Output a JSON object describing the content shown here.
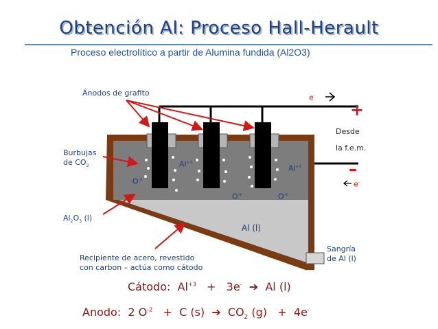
{
  "title": "Obtención Al: Proceso Hall-Herault",
  "subtitle": "Proceso electrolítico a partir de Alumina fundida (Al2O3)",
  "labels": {
    "anodos": "Ánodos de grafito",
    "burbujas_1": "Burbujas",
    "burbujas_2": "de CO",
    "burbujas_sub": "2",
    "al2o3": "Al",
    "al2o3_sub1": "2",
    "al2o3_mid": "O",
    "al2o3_sub2": "3",
    "al2o3_tail": " (l)",
    "recipiente_1": "Recipiente de acero, revestido",
    "recipiente_2": "con carbon – actúa como cátodo",
    "sangria_1": "Sangría",
    "sangria_2": "de Al (l)",
    "desde": "Desde",
    "fem": "la f.e.m.",
    "electron_top": "e",
    "electron_bottom": "e",
    "electron_sup": "-",
    "plus_sign": "+",
    "minus_sign": "–",
    "al_liquid": "Al (l)",
    "ion_al": "Al",
    "ion_al_sup": "+3",
    "ion_o": "O",
    "ion_o_sup": "-2"
  },
  "equations": {
    "catodo": {
      "label": "Cátodo:",
      "reactant": "Al",
      "reactant_sup": "+3",
      "plus": "+",
      "electrons": "3e",
      "electrons_sup": "-",
      "product": "Al (l)"
    },
    "anodo": {
      "label": "Anodo:",
      "reactant1": "2 O",
      "reactant1_sup": "-2",
      "plus1": "+",
      "reactant2": "C (s)",
      "product1": "CO",
      "product1_sub": "2",
      "product1_tail": " (g)",
      "plus2": "+",
      "product2": "4e",
      "product2_sup": "-"
    }
  },
  "colors": {
    "title": "#1f3f82",
    "label": "#1a3d7a",
    "equation": "#8a1515",
    "arrow": "#d01818",
    "vessel_border": "#7a3a12",
    "electrolyte": "#7d7d7d",
    "aluminum": "#c8c8c8"
  }
}
